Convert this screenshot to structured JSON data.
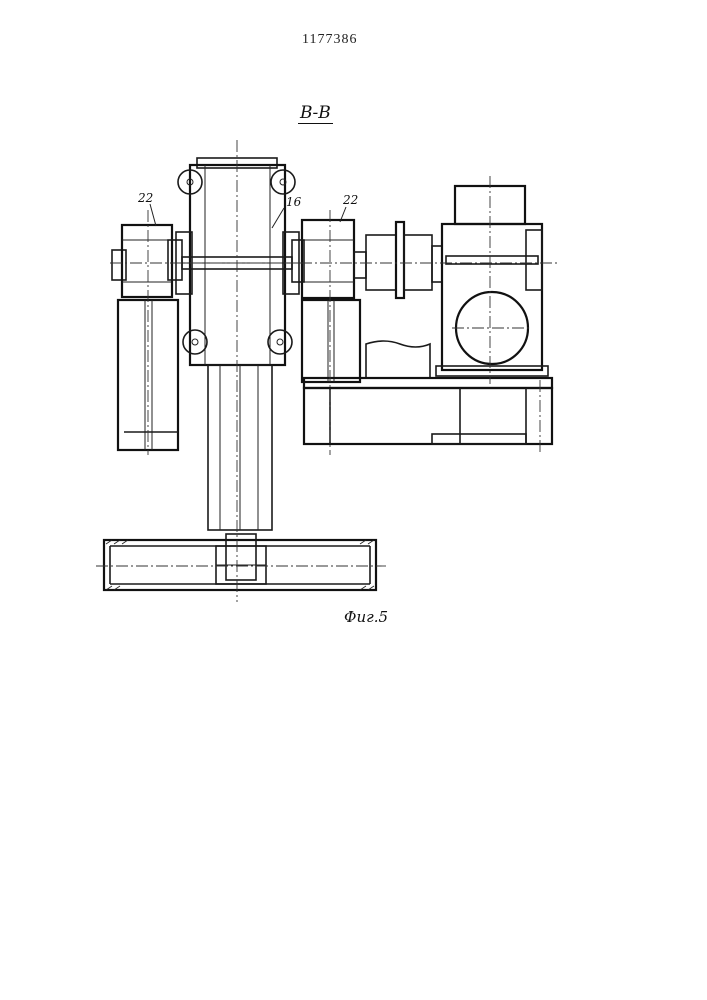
{
  "document_number": "1177386",
  "section_title": "В-В",
  "figure_caption": "Фиг.5",
  "labels": {
    "part_22_left": "22",
    "part_16": "16",
    "part_22_right": "22"
  }
}
